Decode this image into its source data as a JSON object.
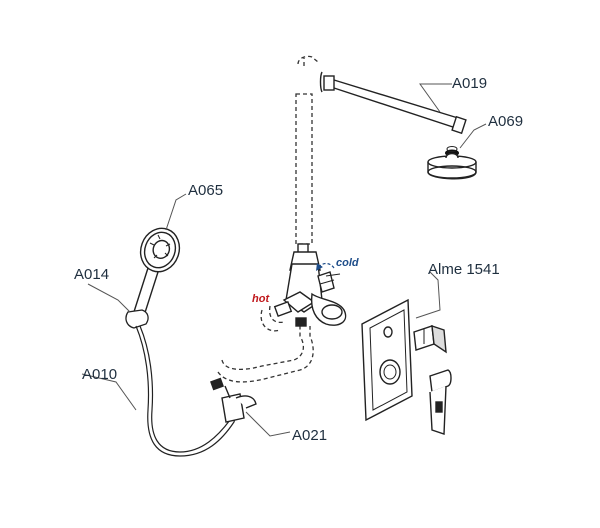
{
  "labels": {
    "a019": "A019",
    "a069": "A069",
    "a065": "A065",
    "a014": "A014",
    "a010": "A010",
    "a021": "A021",
    "alme": "Alme 1541",
    "hot": "hot",
    "cold": "cold"
  },
  "colors": {
    "line": "#222222",
    "label_text": "#1f2f3f",
    "hot": "#c0181c",
    "cold": "#1f4e8a",
    "leader": "#555555"
  }
}
